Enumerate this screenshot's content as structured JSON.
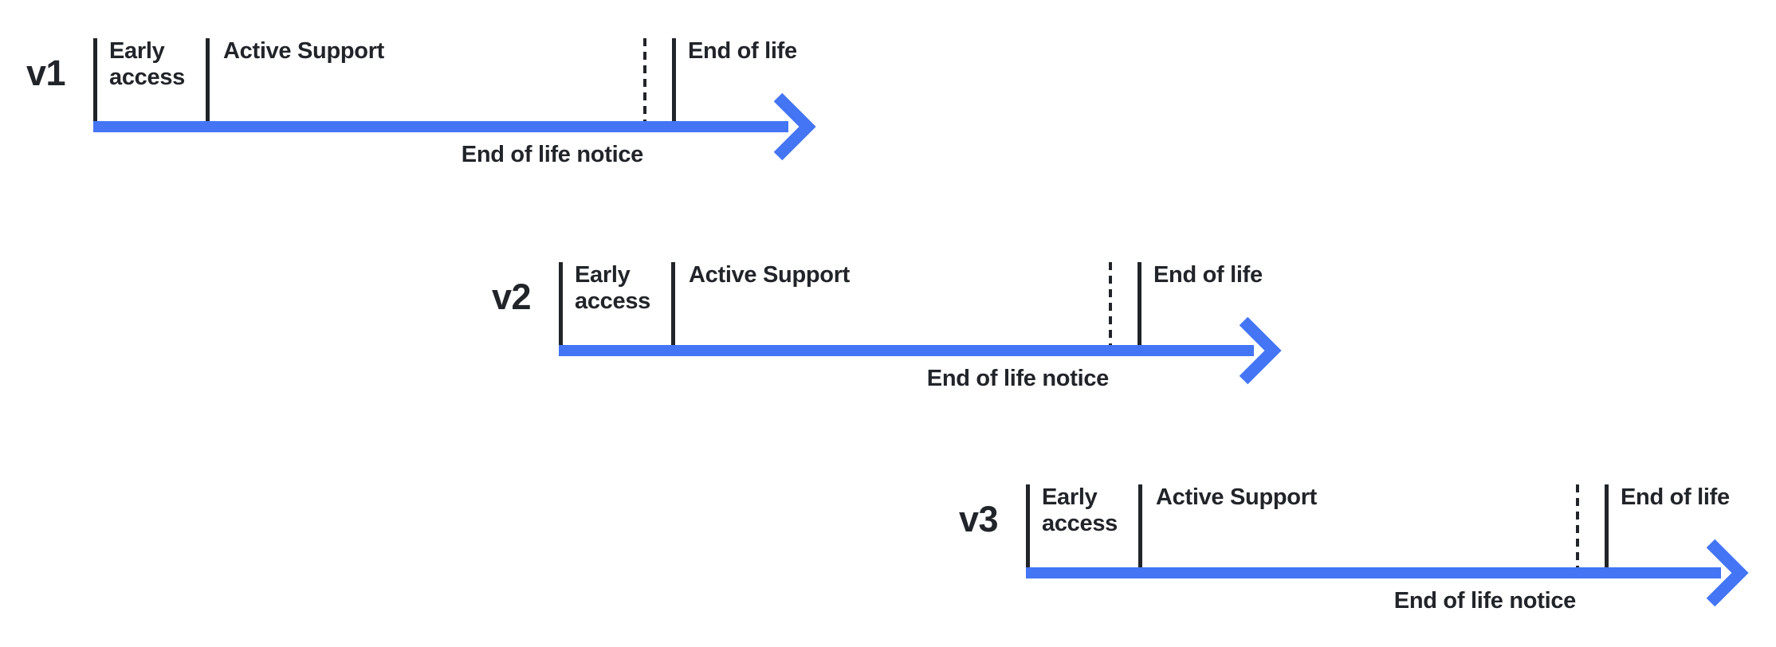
{
  "colors": {
    "accent_blue": "#4375f5",
    "ink": "#212429",
    "background": "#ffffff"
  },
  "diagram": {
    "type": "release-lifecycle-timelines",
    "timelines": [
      {
        "version": "v1",
        "phases": {
          "early_access": "Early access",
          "active_support": "Active Support",
          "end_of_life": "End of life"
        },
        "notice_label": "End of life notice"
      },
      {
        "version": "v2",
        "phases": {
          "early_access": "Early access",
          "active_support": "Active Support",
          "end_of_life": "End of life"
        },
        "notice_label": "End of life notice"
      },
      {
        "version": "v3",
        "phases": {
          "early_access": "Early access",
          "active_support": "Active Support",
          "end_of_life": "End of life"
        },
        "notice_label": "End of life notice"
      }
    ]
  }
}
